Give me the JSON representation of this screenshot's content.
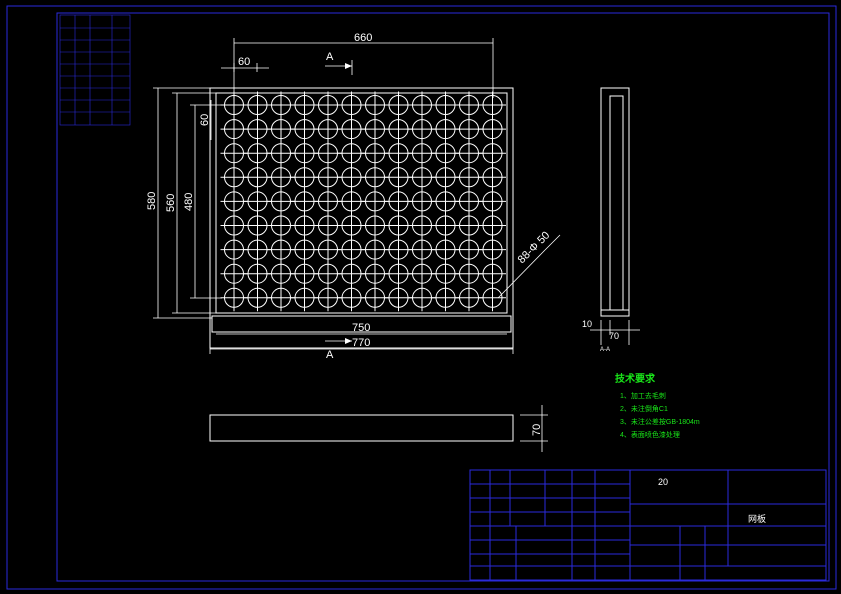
{
  "colors": {
    "background": "#000000",
    "outline": "#ffffff",
    "frame": "#2a2adc",
    "notes": "#19e619"
  },
  "dimensions": {
    "pitch_x": "60",
    "total_width_holes": "660",
    "pitch_y": "60",
    "height_holes": "480",
    "inner_height": "560",
    "outer_height": "580",
    "inner_width": "750",
    "outer_width": "770",
    "hole_spec": "88-Φ 50",
    "side_thickness": "70",
    "side_wall": "10",
    "side_width": "70",
    "bottom_height": "70"
  },
  "section_marks": {
    "top": "A",
    "bottom": "A",
    "side_caption": "A-A"
  },
  "grid": {
    "columns": 12,
    "rows": 9
  },
  "tech_notes": {
    "title": "技术要求",
    "items": [
      "1、加工去毛刺",
      "2、未注倒角C1",
      "3、未注公差按GB-1804m",
      "4、表面喷色漆处理"
    ]
  },
  "title_block": {
    "quantity": "20",
    "part_name": "网板"
  }
}
